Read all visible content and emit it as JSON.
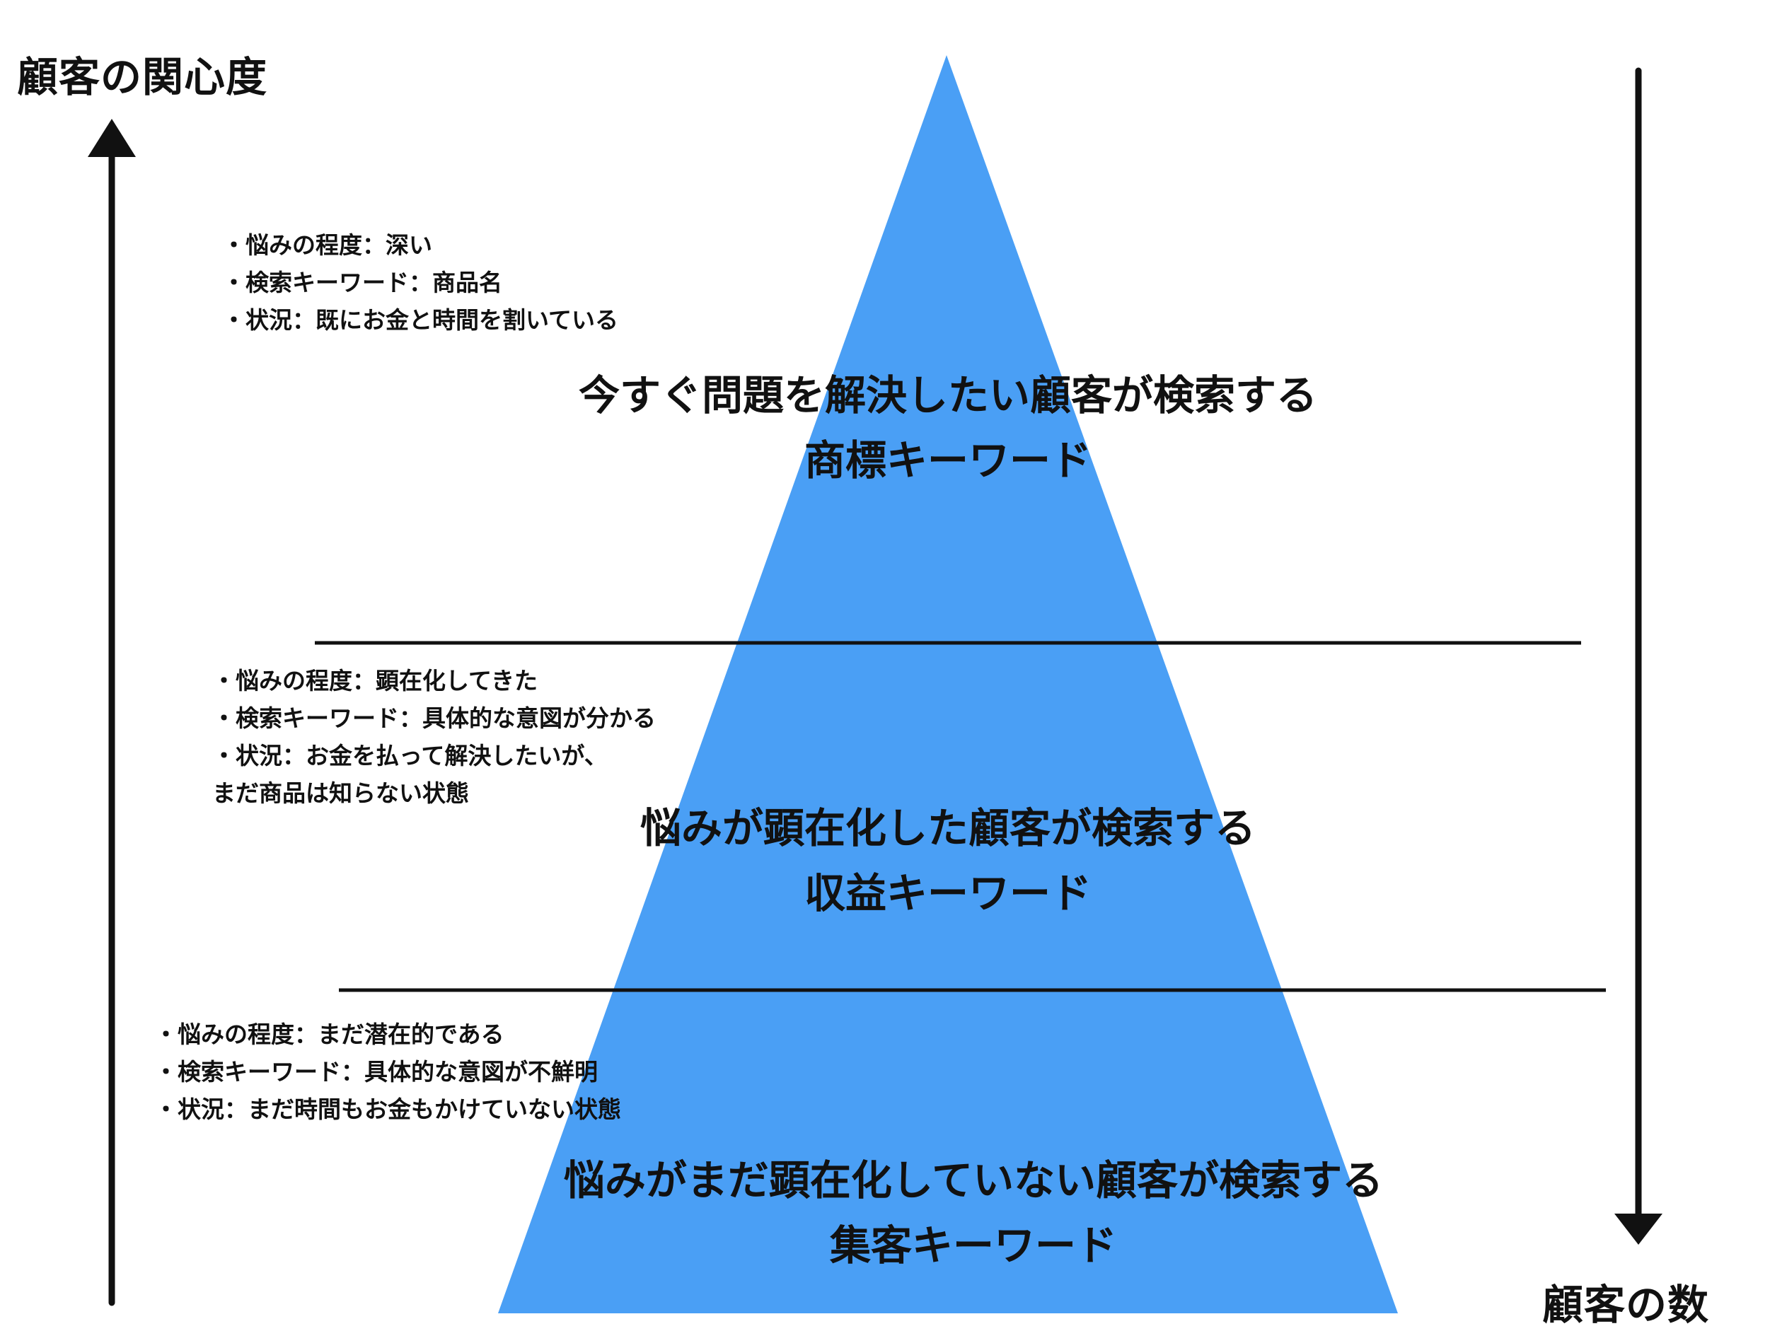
{
  "axes": {
    "left_label": "顧客の関心度",
    "right_label": "顧客の数"
  },
  "colors": {
    "pyramid_fill": "#4A9FF5",
    "line": "#111111"
  },
  "tiers": [
    {
      "title_line1": "今すぐ問題を解決したい顧客が検索する",
      "title_line2": "商標キーワード",
      "bullets": [
        "・悩みの程度：深い",
        "・検索キーワード：商品名",
        "・状況：既にお金と時間を割いている"
      ]
    },
    {
      "title_line1": "悩みが顕在化した顧客が検索する",
      "title_line2": "収益キーワード",
      "bullets": [
        "・悩みの程度：顕在化してきた",
        "・検索キーワード：具体的な意図が分かる",
        "・状況：お金を払って解決したいが、",
        "まだ商品は知らない状態"
      ]
    },
    {
      "title_line1": "悩みがまだ顕在化していない顧客が検索する",
      "title_line2": "集客キーワード",
      "bullets": [
        "・悩みの程度：まだ潜在的である",
        "・検索キーワード：具体的な意図が不鮮明",
        "・状況：まだ時間もお金もかけていない状態"
      ]
    }
  ]
}
